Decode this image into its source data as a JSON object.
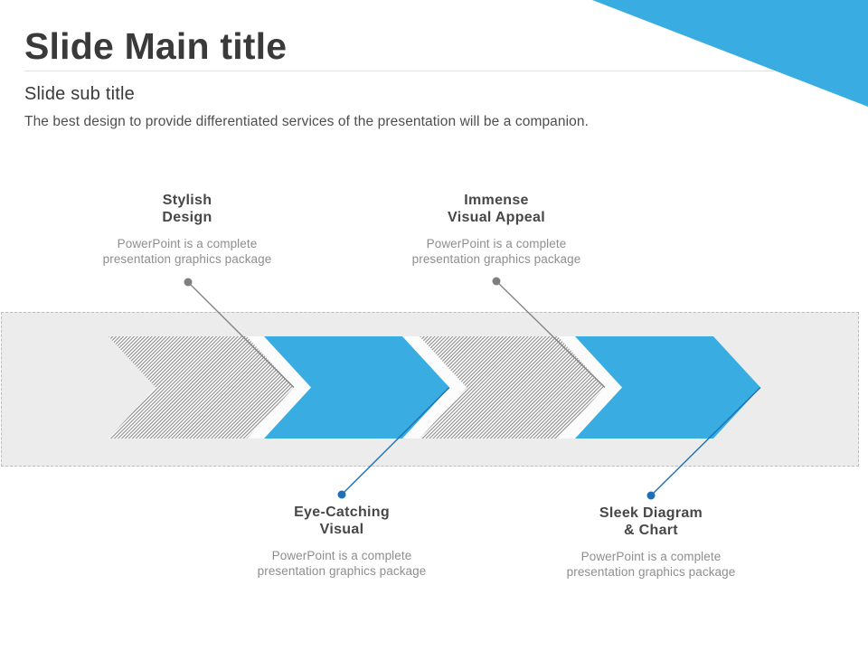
{
  "slide": {
    "title": "Slide Main title",
    "subtitle": "Slide sub title",
    "description": "The best design to provide differentiated services of the presentation will be a companion."
  },
  "items": [
    {
      "title": "Stylish\nDesign",
      "desc": "PowerPoint is a complete\npresentation graphics package"
    },
    {
      "title": "Immense\nVisual Appeal",
      "desc": "PowerPoint is a complete\npresentation graphics package"
    },
    {
      "title": "Eye-Catching\nVisual",
      "desc": "PowerPoint is a complete\npresentation graphics package"
    },
    {
      "title": "Sleek Diagram\n& Chart",
      "desc": "PowerPoint is a complete\npresentation graphics package"
    }
  ],
  "theme": {
    "accent_blue": "#39ADE2",
    "connector_blue": "#1D70B7",
    "connector_gray": "#7F7F7F",
    "band_bg": "#ECECEC",
    "band_border": "#BDBDBD",
    "hatch_line": "#8A8A8A",
    "gap_white": "#FCFCFC",
    "title_color": "#3A3A3A",
    "subtitle_color": "#3A3A3A",
    "description_color": "#4E4E4E",
    "item_title_color": "#474747",
    "item_desc_color": "#8E8E8E",
    "divider_color": "#E2E2E2"
  }
}
